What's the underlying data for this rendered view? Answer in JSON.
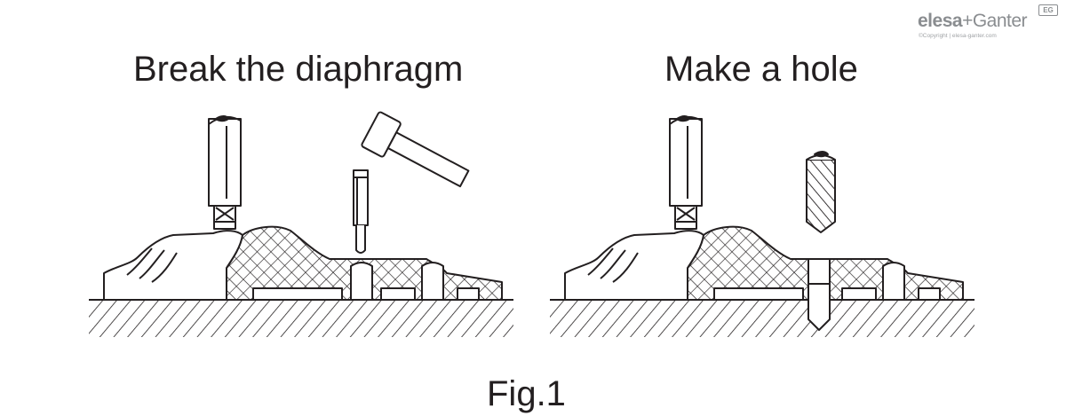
{
  "captions": {
    "left": "Break the diaphragm",
    "right": "Make a hole",
    "figure": "Fig.1"
  },
  "logo": {
    "brand_a": "elesa",
    "brand_b": "+Ganter",
    "copyright": "©Copyright | elesa-ganter.com",
    "cert": "EG"
  },
  "colors": {
    "ink": "#231f20",
    "logo_gray": "#8a8d90"
  },
  "icons": [
    "hammer-icon",
    "punch-icon",
    "drill-bit-icon",
    "spindle-icon"
  ]
}
